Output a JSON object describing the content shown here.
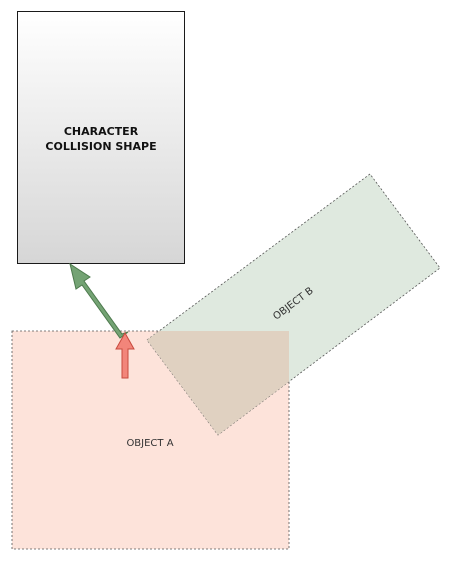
{
  "character": {
    "label_line1": "CHARACTER",
    "label_line2": "COLLISION SHAPE",
    "fill_top": "#ffffff",
    "fill_bottom": "#d6d6d6",
    "stroke": "#1a1a1a"
  },
  "object_a": {
    "label": "OBJECT A",
    "fill": "#fde3da"
  },
  "object_b": {
    "label": "OBJECT B",
    "fill": "#dfe9df"
  },
  "overlap": {
    "fill": "#e0d1c1"
  },
  "arrows": {
    "push_arrow_color": "#74a374",
    "push_arrow_stroke": "#4d7a4d",
    "normal_arrow_color": "#f2857a",
    "normal_arrow_stroke": "#c74a3e"
  }
}
